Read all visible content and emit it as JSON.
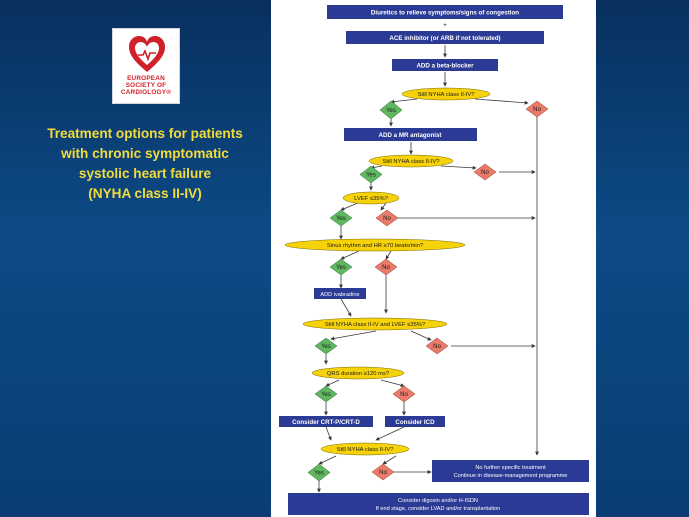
{
  "logo": {
    "lines": [
      "EUROPEAN",
      "SOCIETY OF",
      "CARDIOLOGY®"
    ]
  },
  "title_lines": [
    "Treatment options for patients",
    "with chronic symptomatic",
    "systolic heart failure",
    "(NYHA class II-IV)"
  ],
  "flow": {
    "plus": "+",
    "diuretics": "Diuretics to relieve symptoms/signs of congestion",
    "ace": "ACE inhibitor (or ARB if not tolerated)",
    "beta": "ADD a beta-blocker",
    "still_nyha_1": "Still NYHA class II-IV?",
    "mra": "ADD a MR antagonist",
    "still_nyha_2": "Still NYHA class II-IV?",
    "lvef": "LVEF ≤35%?",
    "sinus": "Sinus rhythm and HR ≥70 beats/min?",
    "ivabradine": "ADD ivabradine",
    "still_nyha_lvef": "Still NYHA class II-IV and LVEF ≤35%?",
    "qrs": "QRS duration ≥120 ms?",
    "crt": "Consider CRT-P/CRT-D",
    "icd": "Consider ICD",
    "still_nyha_3": "Still NYHA class II-IV?",
    "no_further_1": "No further specific treatment",
    "no_further_2": "Continue in disease-management programme",
    "consider_dig_1": "Consider digoxin and/or H-ISDN",
    "consider_dig_2": "If end stage, consider LVAD and/or transplantation",
    "yes": "Yes",
    "no": "No"
  },
  "colors": {
    "box": "#2b3a95",
    "oval": "#f5d20a",
    "yes": "#5fb85f",
    "no": "#ea7a6a",
    "arrow": "#3a3a3a"
  }
}
